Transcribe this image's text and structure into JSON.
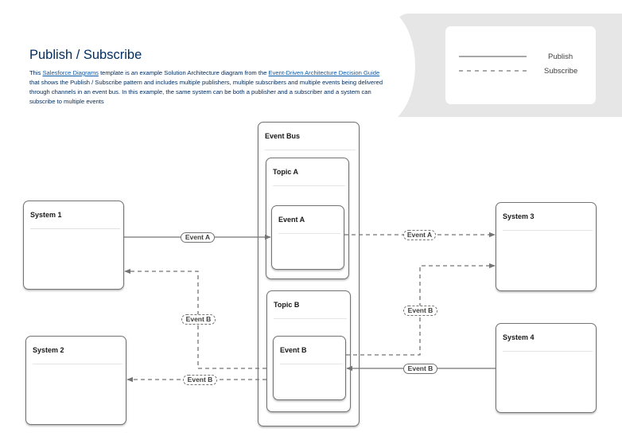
{
  "header": {
    "title": "Publish / Subscribe",
    "description": {
      "t1": "This ",
      "link1": "Salesforce Diagrams",
      "t2": " template is an example Solution Architecture diagram from the ",
      "link2": "Event-Driven Architecture Decision Guide",
      "t3": " that shows the Publish / Subscribe pattern and includes multiple publishers, multiple subscribers and multiple events being delivered through channels in an event bus. In this example, the same system can be both a publisher and a subscriber and a system can subscribe to multiple events"
    }
  },
  "legend": {
    "publish_label": "Publish",
    "subscribe_label": "Subscribe"
  },
  "diagram": {
    "event_bus": "Event Bus",
    "topic_a": "Topic A",
    "topic_b": "Topic B",
    "event_a": "Event A",
    "event_b": "Event B",
    "system_1": "System 1",
    "system_2": "System 2",
    "system_3": "System 3",
    "system_4": "System 4",
    "edge_labels": {
      "sys1_publish": "Event A",
      "sys3_subscribe": "Event A",
      "sys3_publish": "Event B",
      "sys4_publish": "Event B",
      "sys1_subscribe": "Event B",
      "sys2_subscribe": "Event B"
    }
  },
  "colors": {
    "title": "#032d60",
    "link": "#0b5cab",
    "line": "#747474",
    "legend_background": "#e6e6e6"
  }
}
